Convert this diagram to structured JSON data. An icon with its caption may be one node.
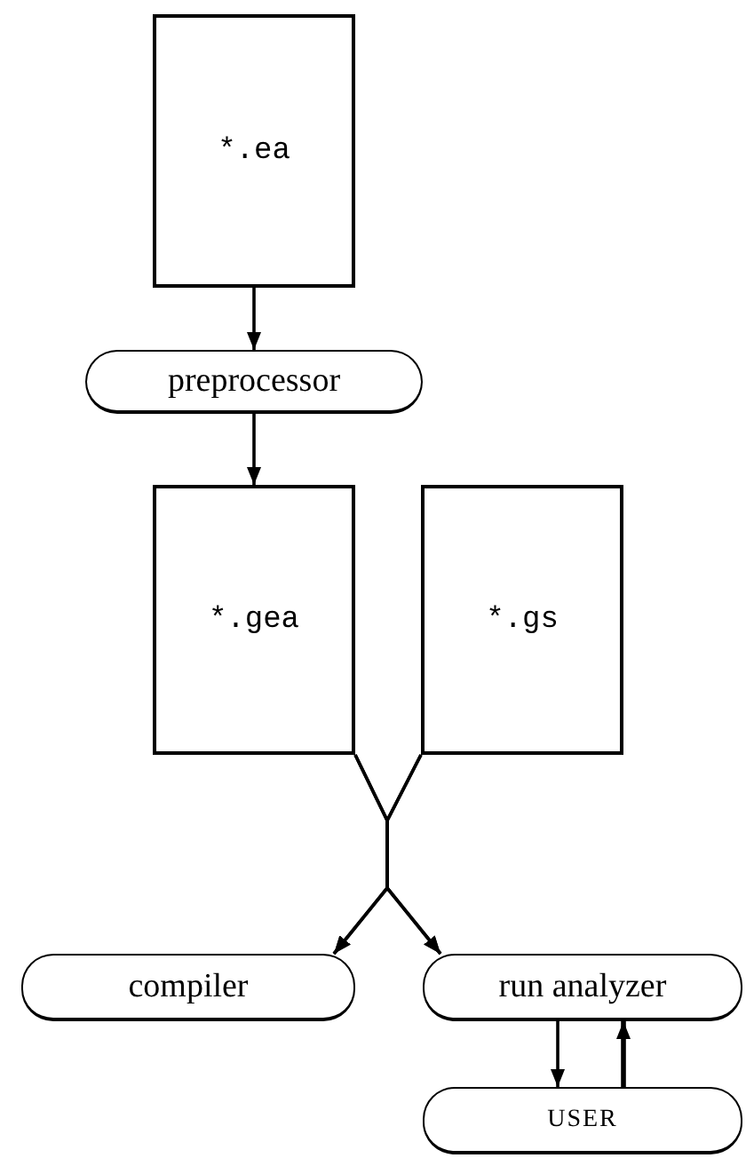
{
  "diagram": {
    "nodes": [
      {
        "text": [
          "*.ea"
        ]
      },
      {
        "text": [
          "preprocessor"
        ]
      },
      {
        "text": [
          "*.gea"
        ]
      },
      {
        "text": [
          "*.gs"
        ]
      },
      {
        "text": [
          "compiler"
        ]
      },
      {
        "text": [
          "run analyzer"
        ]
      },
      {
        "text": [
          "USER"
        ]
      }
    ],
    "edges": [
      {
        "from": 0,
        "to": 1,
        "arrow": "to"
      },
      {
        "from": 1,
        "to": 2,
        "arrow": "to"
      },
      {
        "from": 2,
        "to": 4,
        "arrow": "to"
      },
      {
        "from": 2,
        "to": 5,
        "arrow": "to"
      },
      {
        "from": 3,
        "to": 4,
        "arrow": "to"
      },
      {
        "from": 3,
        "to": 5,
        "arrow": "to"
      },
      {
        "from": 5,
        "to": 6,
        "arrow": "to"
      },
      {
        "from": 6,
        "to": 5,
        "arrow": "to"
      }
    ]
  }
}
